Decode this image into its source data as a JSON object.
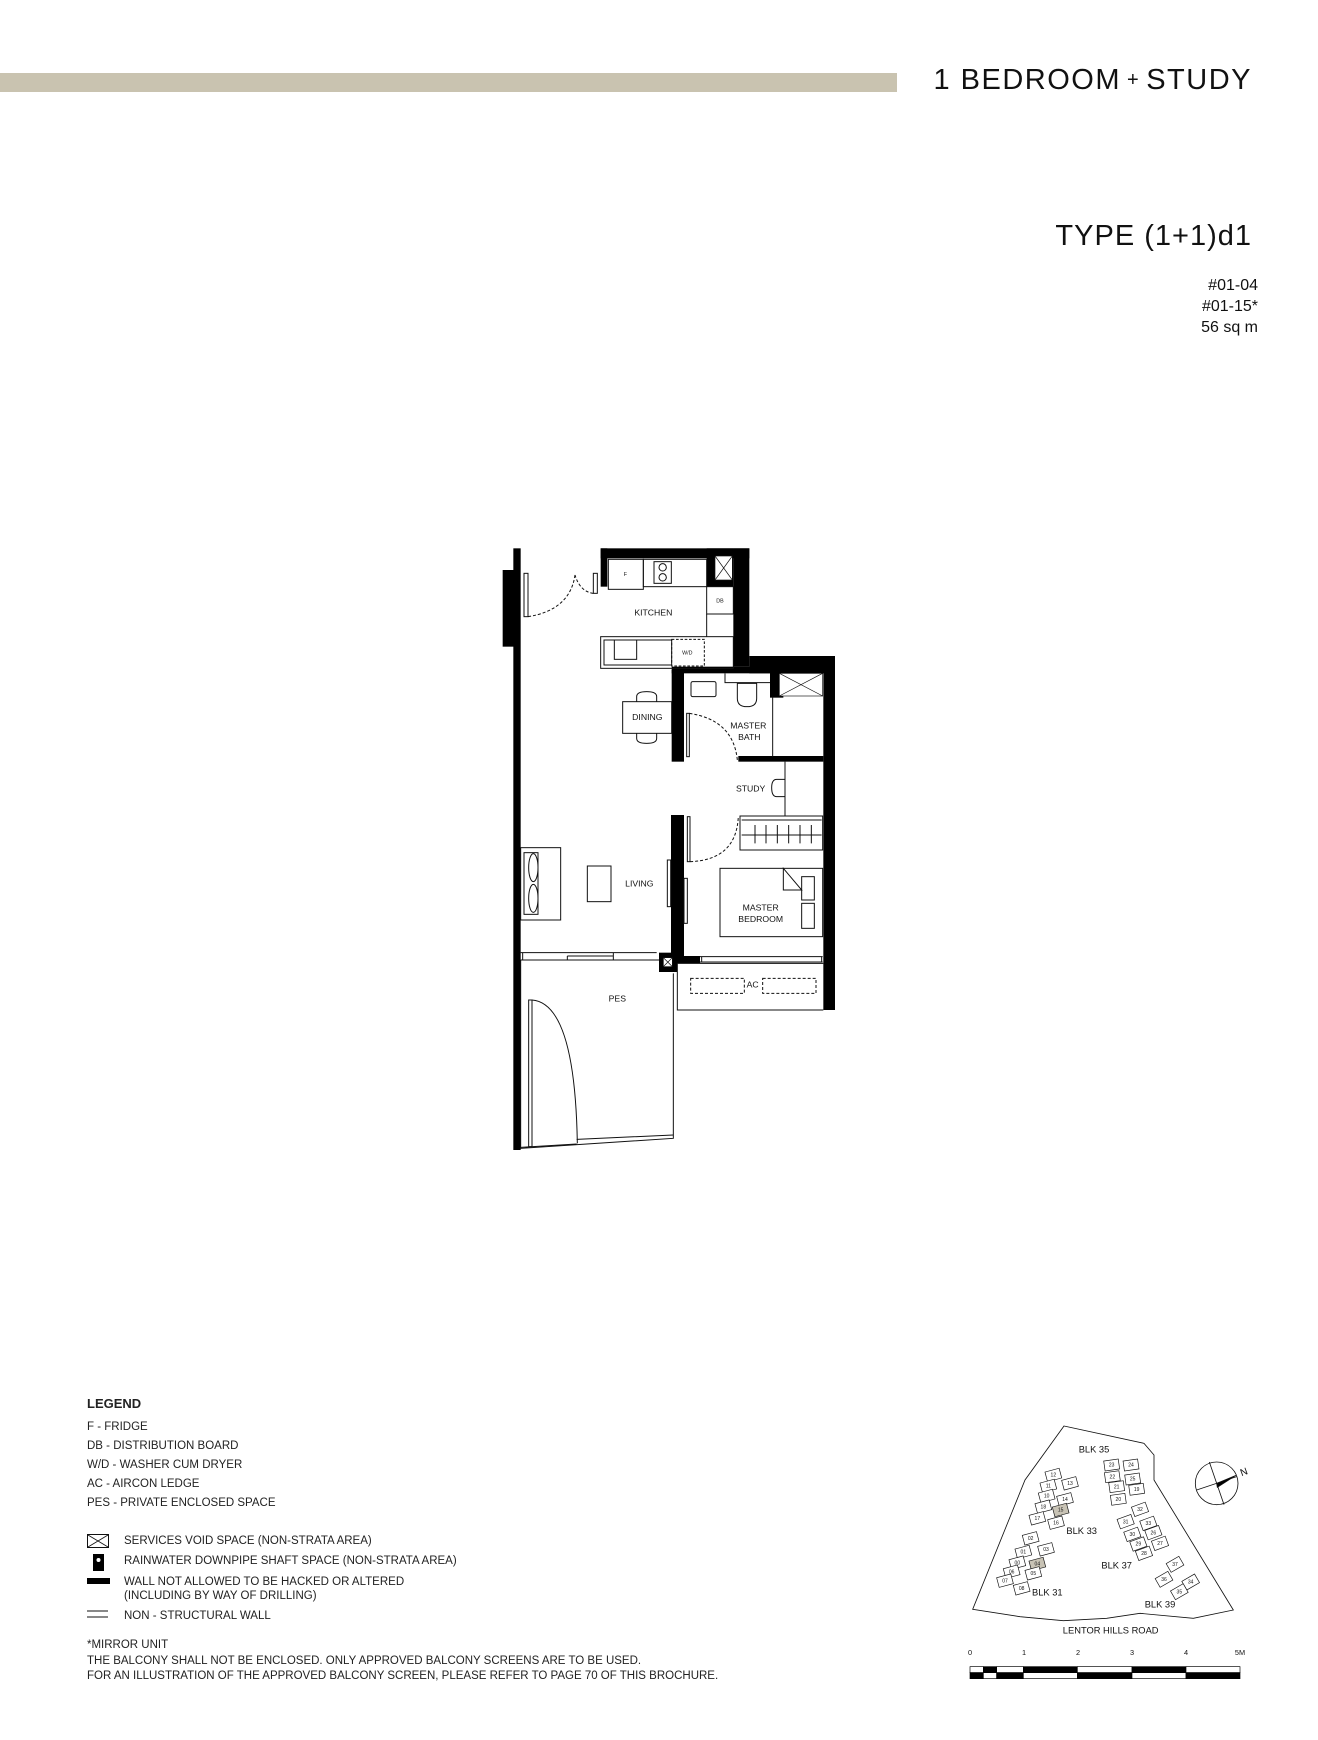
{
  "header": {
    "title_left": "1 BEDROOM",
    "title_plus": "+",
    "title_right": "STUDY",
    "accent_bar_color": "#c9c3b0"
  },
  "unit_type": {
    "type": "TYPE (1+1)d1",
    "units": [
      "#01-04",
      "#01-15*"
    ],
    "area": "56 sq m"
  },
  "floor_plan": {
    "rooms": {
      "kitchen": "KITCHEN",
      "dining": "DINING",
      "master_bath_1": "MASTER",
      "master_bath_2": "BATH",
      "study": "STUDY",
      "living": "LIVING",
      "master_bedroom_1": "MASTER",
      "master_bedroom_2": "BEDROOM",
      "pes": "PES",
      "ac": "AC"
    },
    "fixtures": {
      "fridge": "F",
      "db": "DB",
      "wd": "W/D"
    }
  },
  "legend": {
    "heading": "LEGEND",
    "abbreviations": [
      "F - FRIDGE",
      "DB - DISTRIBUTION BOARD",
      "W/D - WASHER CUM DRYER",
      "AC - AIRCON LEDGE",
      "PES - PRIVATE ENCLOSED SPACE"
    ],
    "symbols": {
      "services_void": "SERVICES VOID SPACE (NON-STRATA AREA)",
      "rainwater": "RAINWATER DOWNPIPE SHAFT SPACE (NON-STRATA AREA)",
      "wall_1": "WALL NOT ALLOWED TO BE HACKED OR ALTERED",
      "wall_2": "(INCLUDING BY WAY OF DRILLING)",
      "non_structural": "NON - STRUCTURAL WALL"
    }
  },
  "notes": [
    "*MIRROR UNIT",
    "THE BALCONY SHALL NOT BE ENCLOSED. ONLY APPROVED BALCONY SCREENS ARE TO BE USED.",
    "FOR AN ILLUSTRATION OF THE APPROVED BALCONY SCREEN, PLEASE REFER TO PAGE 70 OF THIS BROCHURE."
  ],
  "key_plan": {
    "blocks": {
      "blk31": "BLK 31",
      "blk33": "BLK 33",
      "blk35": "BLK 35",
      "blk37": "BLK 37",
      "blk39": "BLK 39"
    },
    "road": "LENTOR HILLS ROAD",
    "north": "N",
    "highlight_color": "#c8c3b5",
    "highlighted_units": [
      "04",
      "15"
    ],
    "scale_labels": [
      "0",
      "1",
      "2",
      "3",
      "4",
      "5M"
    ]
  }
}
